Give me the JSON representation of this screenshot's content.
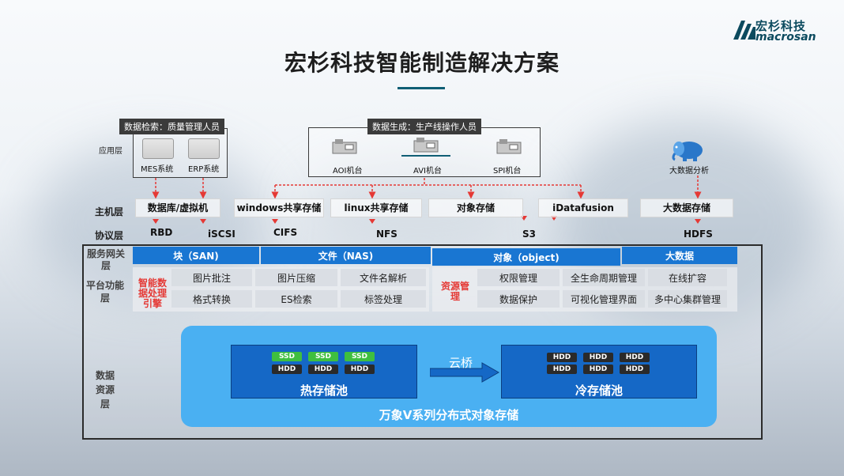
{
  "logo": {
    "cn": "宏杉科技",
    "en": "macrosan"
  },
  "title": "宏杉科技智能制造解决方案",
  "layers": {
    "app": "应用层",
    "host": "主机层",
    "protocol": "协议层",
    "gateway": "服务网关层",
    "platform": "平台功能层",
    "data": "数据资源层"
  },
  "apps": {
    "quality_group": {
      "tag": "数据检索：质量管理人员",
      "items": [
        "MES系统",
        "ERP系统"
      ]
    },
    "production_group": {
      "tag": "数据生成：生产线操作人员",
      "items": [
        "AOI机台",
        "AVI机台",
        "SPI机台"
      ]
    },
    "bigdata_app": "大数据分析"
  },
  "hosts": [
    "数据库/虚拟机",
    "windows共享存储",
    "linux共享存储",
    "对象存储",
    "iDatafusion",
    "大数据存储"
  ],
  "protocols": [
    "RBD",
    "iSCSI",
    "CIFS",
    "NFS",
    "S3",
    "HDFS"
  ],
  "gateway_bars": [
    "块（SAN)",
    "文件（NAS)",
    "对象（object)",
    "大数据"
  ],
  "platform": {
    "left_engine": "智能数据处理引擎",
    "left_cells": [
      "图片批注",
      "图片压缩",
      "文件名解析",
      "格式转换",
      "ES检索",
      "标签处理"
    ],
    "right_engine": "资源管理",
    "right_cells": [
      "权限管理",
      "全生命周期管理",
      "在线扩容",
      "数据保护",
      "可视化管理界面",
      "多中心集群管理"
    ]
  },
  "storage": {
    "hot_pool": "热存储池",
    "cold_pool": "冷存储池",
    "bridge": "云桥",
    "product": "万象V系列分布式对象存储",
    "hot_ssd": [
      "SSD",
      "SSD",
      "SSD"
    ],
    "hot_hdd": [
      "HDD",
      "HDD",
      "HDD"
    ],
    "cold_hdd_row1": [
      "HDD",
      "HDD",
      "HDD"
    ],
    "cold_hdd_row2": [
      "HDD",
      "HDD",
      "HDD"
    ]
  },
  "colors": {
    "accent_blue": "#1976d2",
    "storage_blue": "#4ab0f2",
    "pool_blue": "#1568c6",
    "arrow_red": "#e53935",
    "ssd_green": "#3fbf3f",
    "brand": "#0b4a5e"
  }
}
